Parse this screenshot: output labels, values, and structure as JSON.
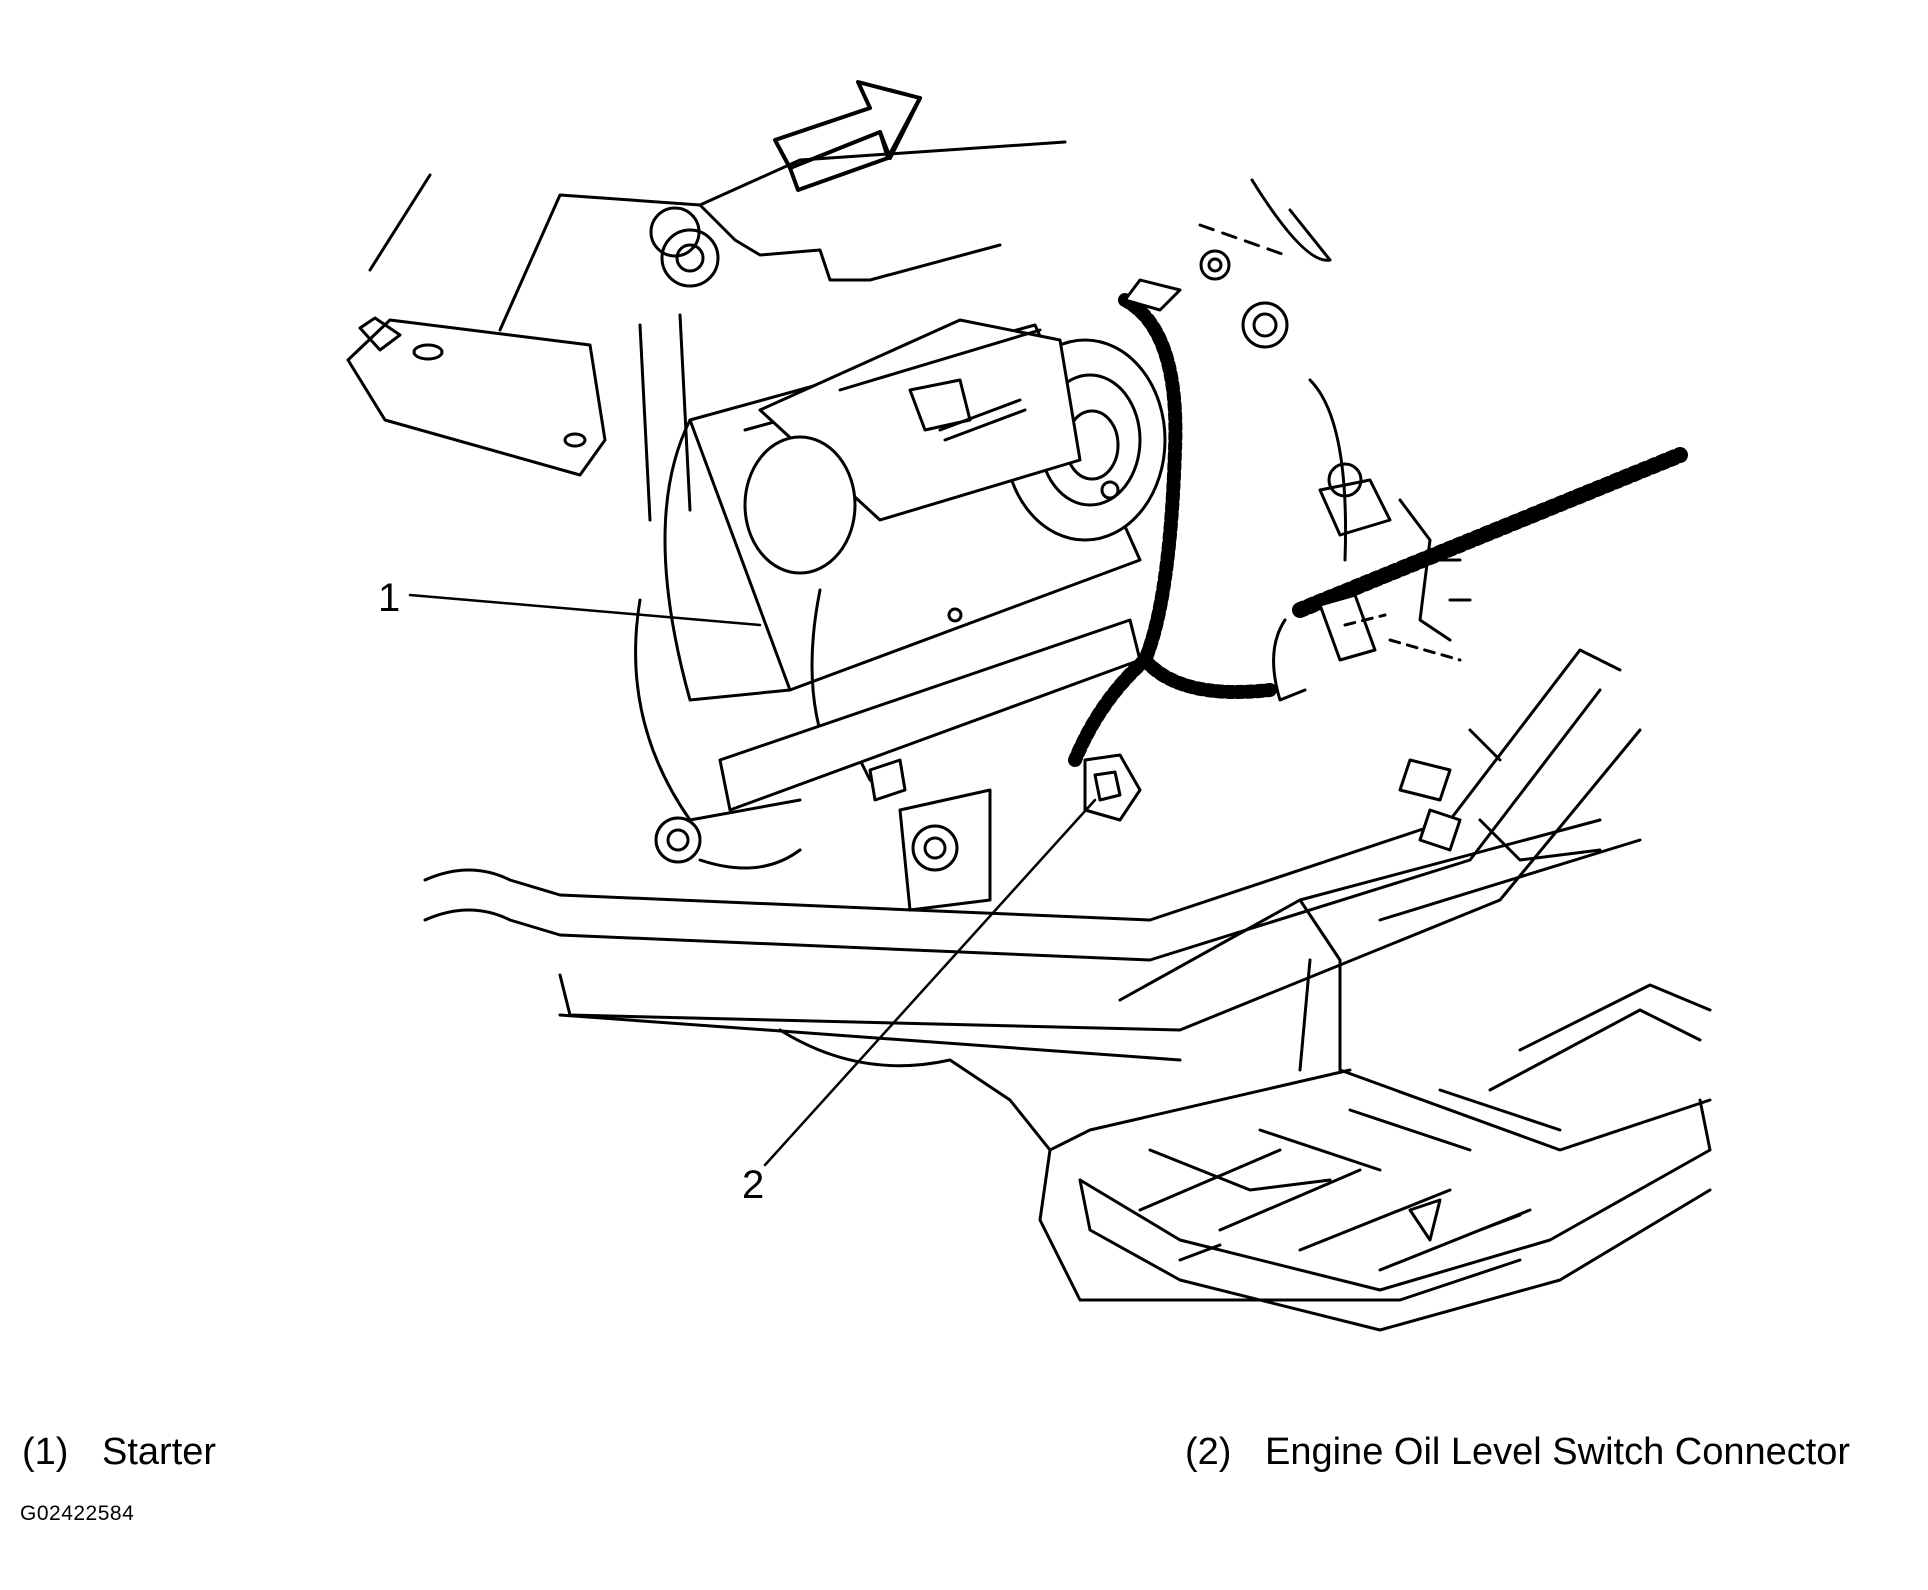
{
  "diagram": {
    "callouts": [
      {
        "id": "1",
        "text": "1"
      },
      {
        "id": "2",
        "text": "2"
      }
    ]
  },
  "legend": [
    {
      "number": "(1)",
      "text": "Starter"
    },
    {
      "number": "(2)",
      "text": "Engine Oil Level Switch Connector"
    }
  ],
  "figure_code": "G02422584"
}
